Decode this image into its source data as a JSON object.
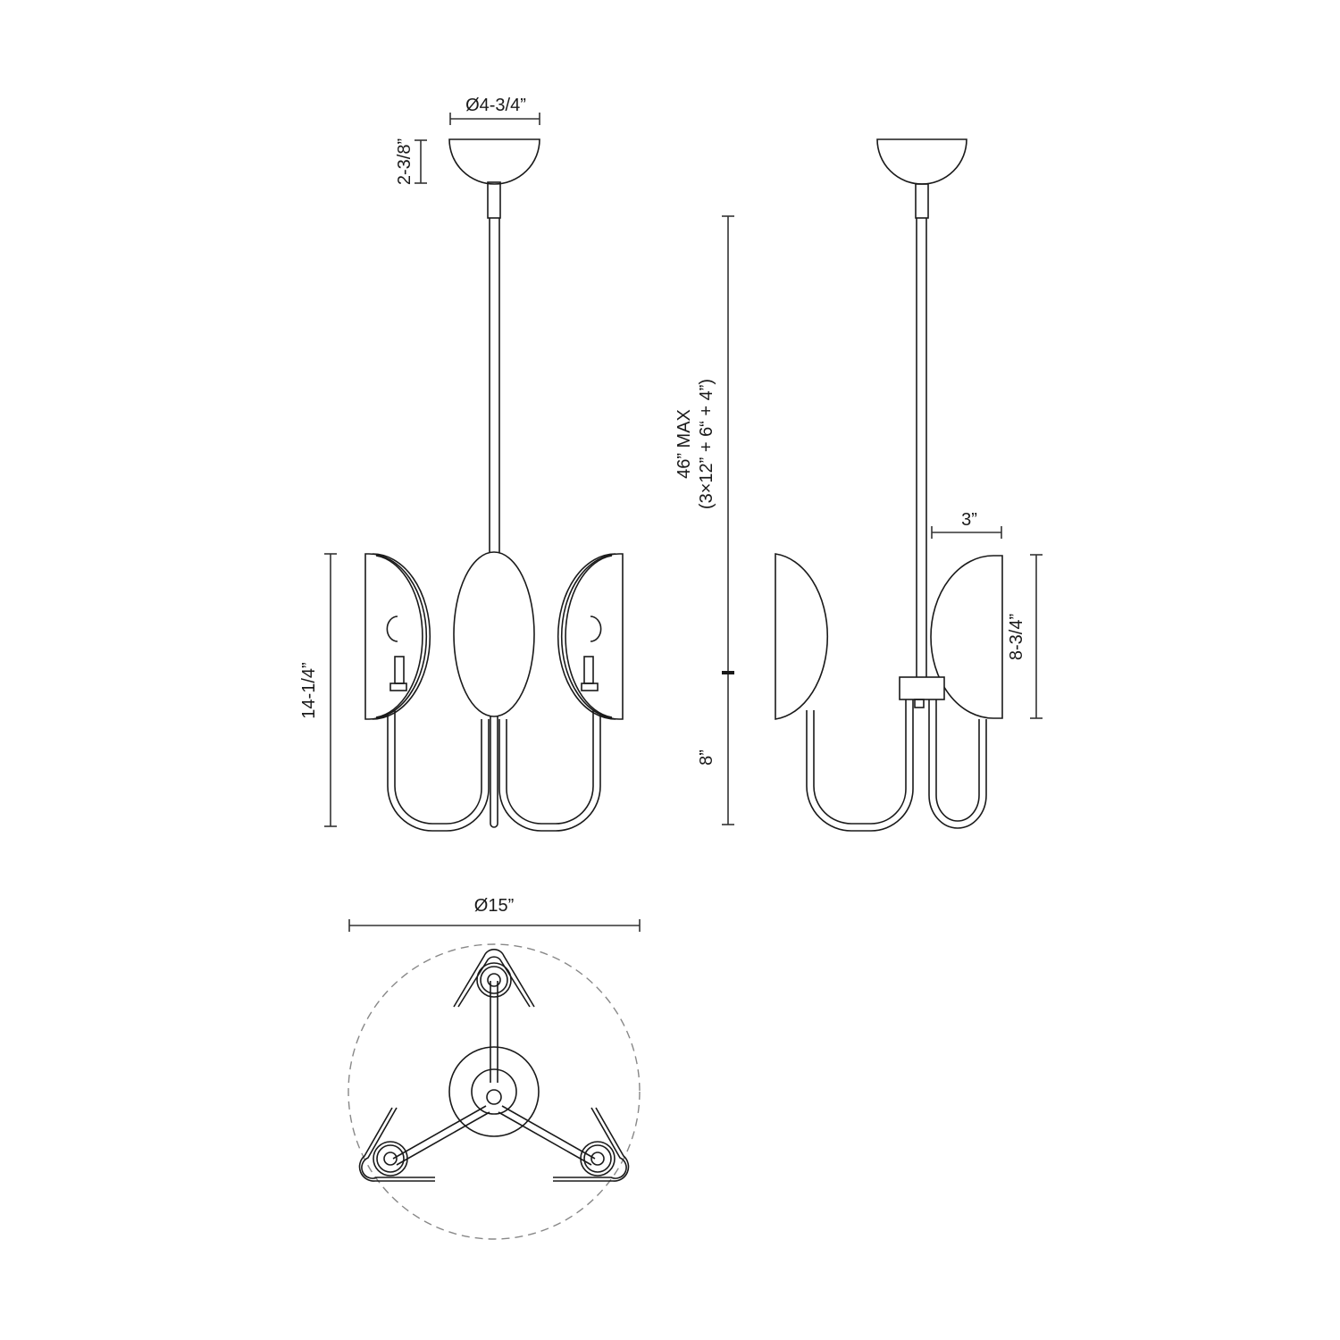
{
  "drawing": {
    "views": [
      "front-elevation",
      "side-elevation",
      "top-plan"
    ],
    "colors": {
      "line": "#1a1a1a",
      "dimension": "#333333",
      "dashed_outline": "#888888",
      "background": "#ffffff"
    }
  },
  "dimensions": {
    "canopy_diameter": "Ø4-3/4”",
    "canopy_height": "2-3/8”",
    "overall_max_length": "46” MAX",
    "overall_max_breakdown": "(3×12” + 6“ + 4”)",
    "fixture_height": "14-1/4”",
    "body_height": "8”",
    "shade_depth": "3”",
    "shade_height": "8-3/4”",
    "fixture_diameter": "Ø15”"
  }
}
